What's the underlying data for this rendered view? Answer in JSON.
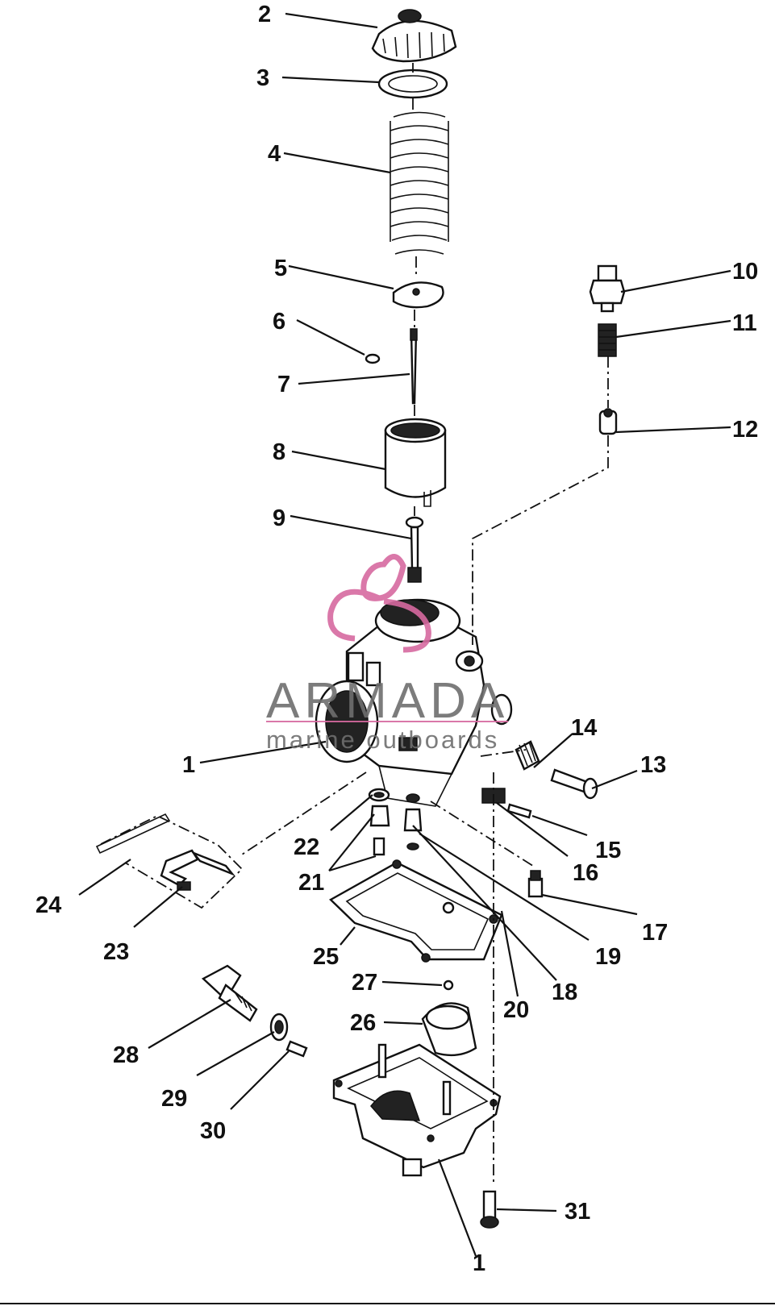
{
  "figure": {
    "labels": [
      "2",
      "3",
      "4",
      "5",
      "6",
      "7",
      "8",
      "9",
      "10",
      "11",
      "12",
      "1",
      "14",
      "13",
      "15",
      "16",
      "17",
      "22",
      "21",
      "24",
      "23",
      "25",
      "19",
      "18",
      "20",
      "27",
      "26",
      "28",
      "29",
      "30",
      "31",
      "1"
    ]
  },
  "watermark": {
    "brand": "ARMADA",
    "tagline": "marine outboards"
  },
  "colors": {
    "ink": "#111111",
    "watermark_gray": "#6e6e6e",
    "watermark_pink": "#d76aa0"
  },
  "icons": [
    "carburetor-exploded-view",
    "armada-logo-icon"
  ]
}
